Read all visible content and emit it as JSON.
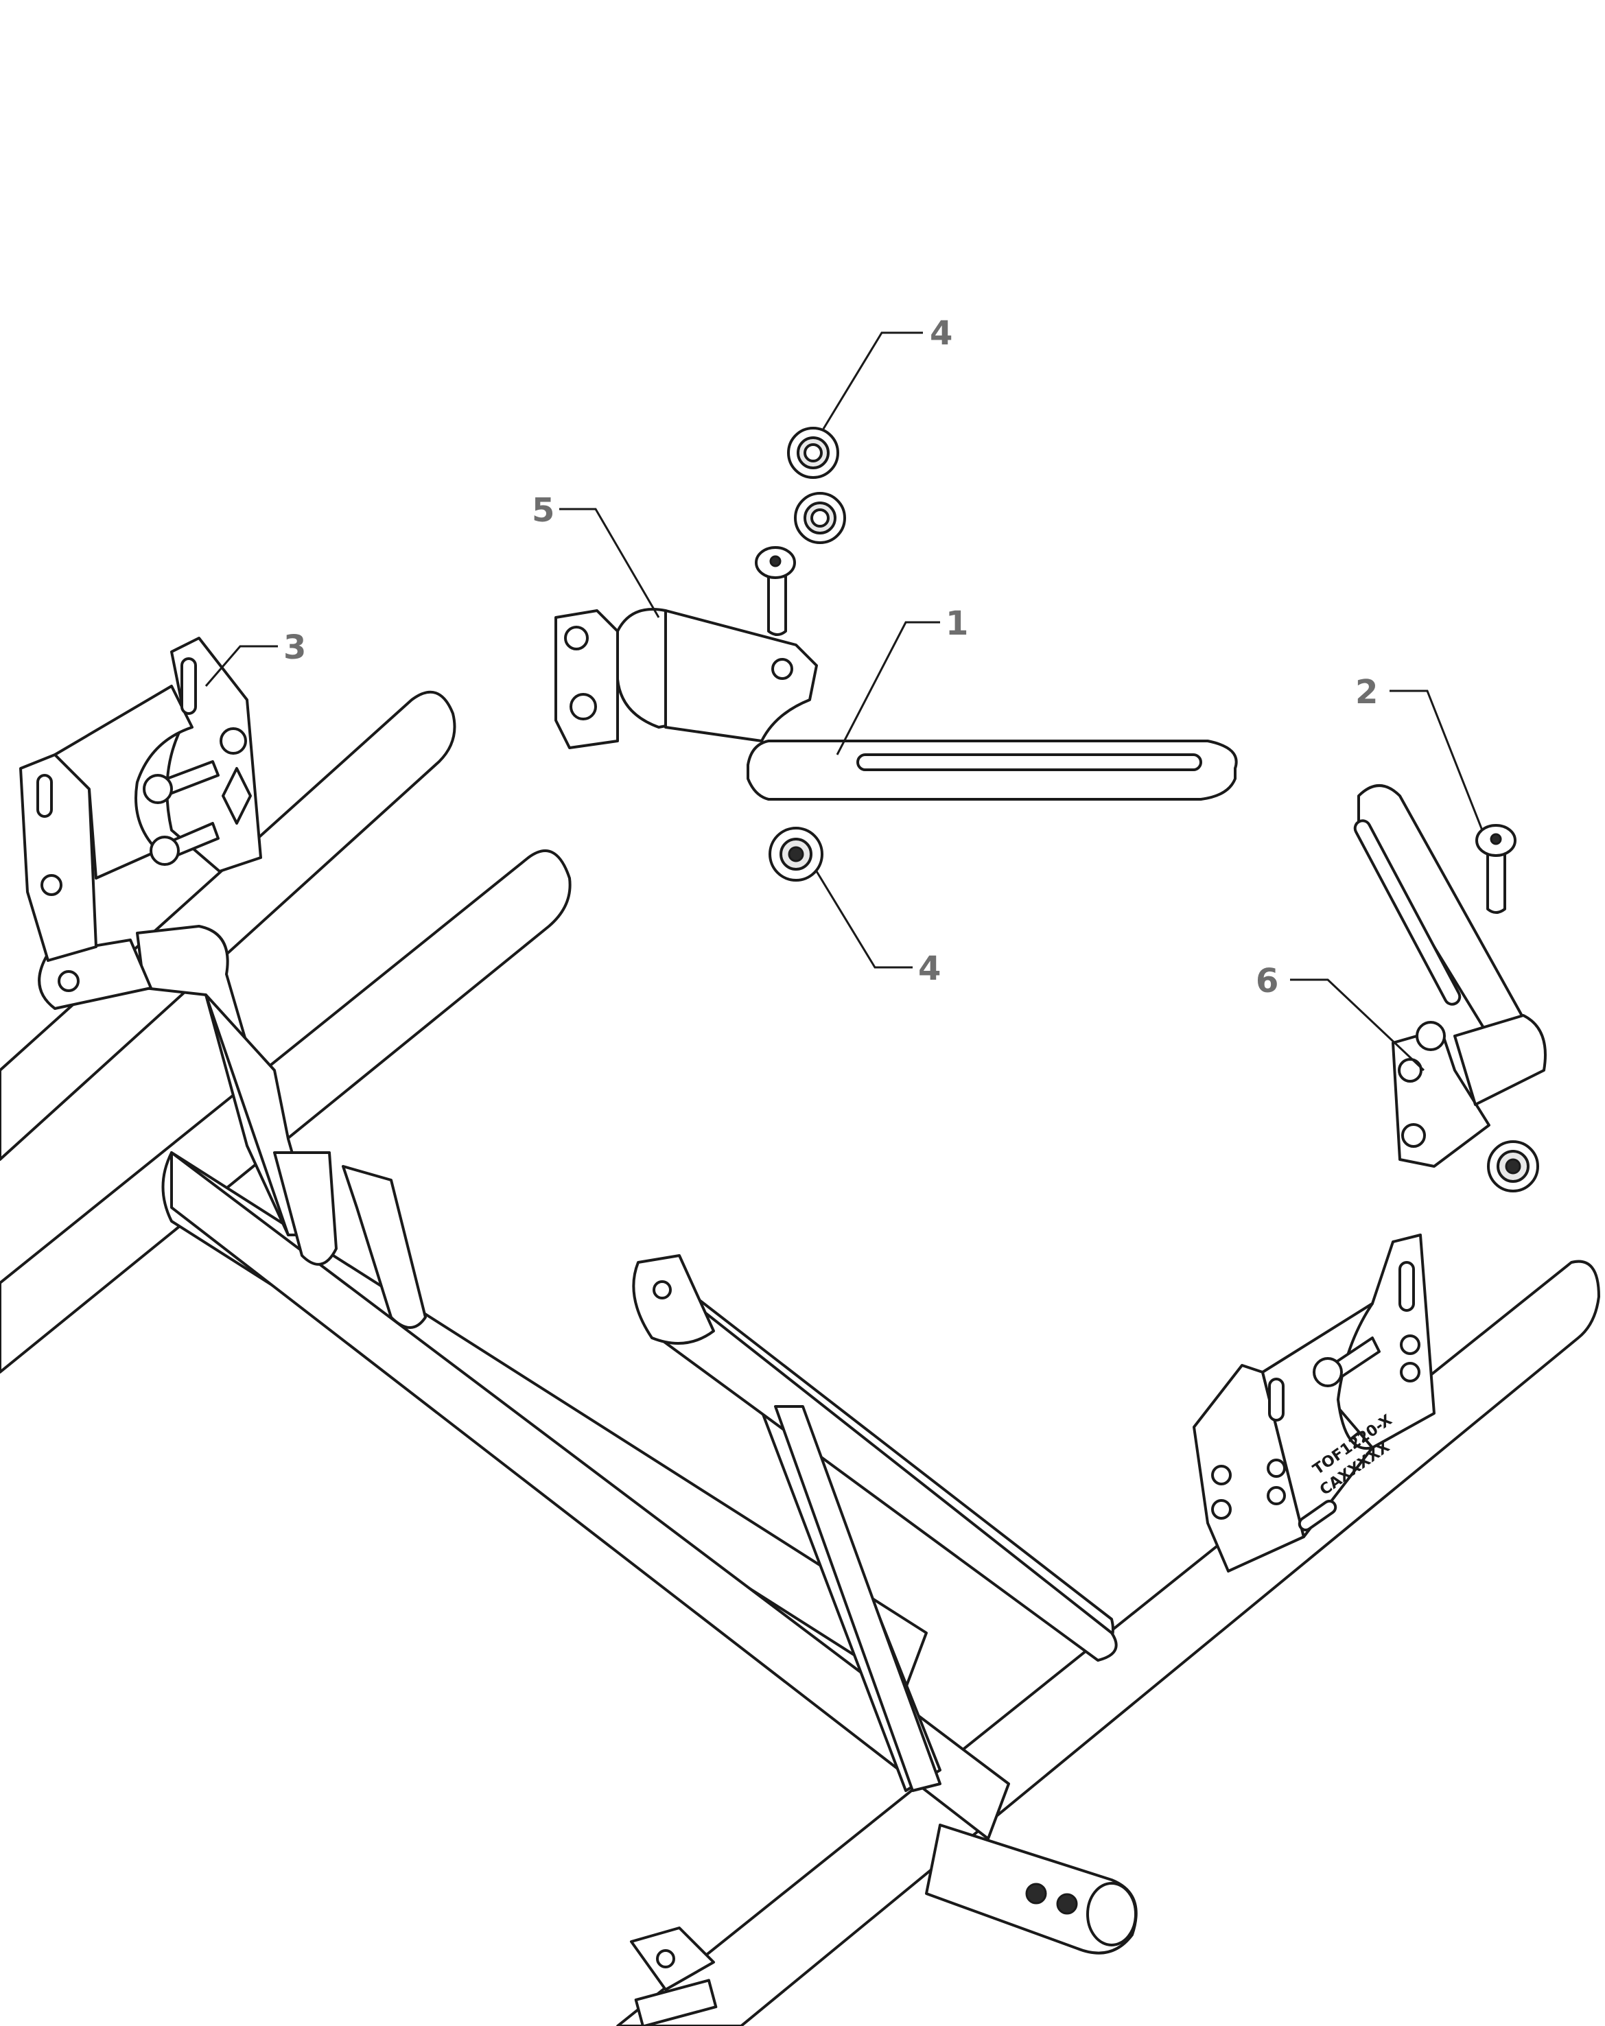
{
  "diagram": {
    "callouts": [
      {
        "id": "callout-4-top",
        "label": "4"
      },
      {
        "id": "callout-5",
        "label": "5"
      },
      {
        "id": "callout-1",
        "label": "1"
      },
      {
        "id": "callout-3",
        "label": "3"
      },
      {
        "id": "callout-2",
        "label": "2"
      },
      {
        "id": "callout-4-bottom",
        "label": "4"
      },
      {
        "id": "callout-6",
        "label": "6"
      }
    ],
    "engraving": {
      "part_number": "TOF1220-X",
      "serial": "CAXXXXX"
    }
  }
}
